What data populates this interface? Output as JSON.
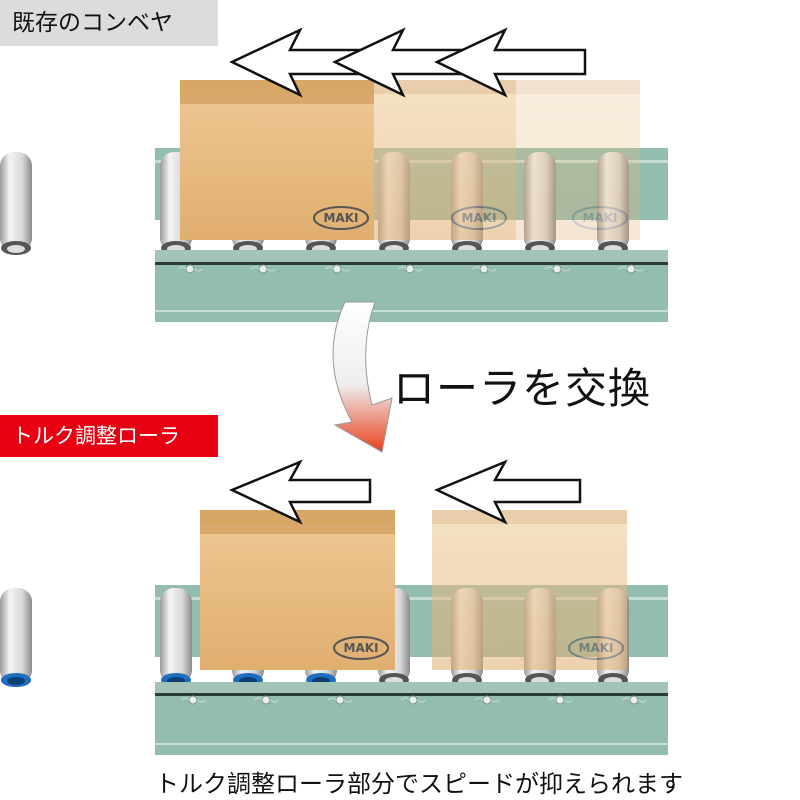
{
  "top_section": {
    "label": "既存のコンベヤ",
    "box_logo": "MAKI"
  },
  "transition": {
    "text": "ローラを交換"
  },
  "bottom_section": {
    "label": "トルク調整ローラ",
    "box_logo": "MAKI",
    "caption": "トルク調整ローラ部分でスピードが抑えられます"
  },
  "colors": {
    "rail": "#93bdb0",
    "box": "#e6b57a",
    "label_red": "#e60012",
    "label_gray": "#dcdcdc",
    "torque_roller_cap": "#1e6fc0"
  }
}
